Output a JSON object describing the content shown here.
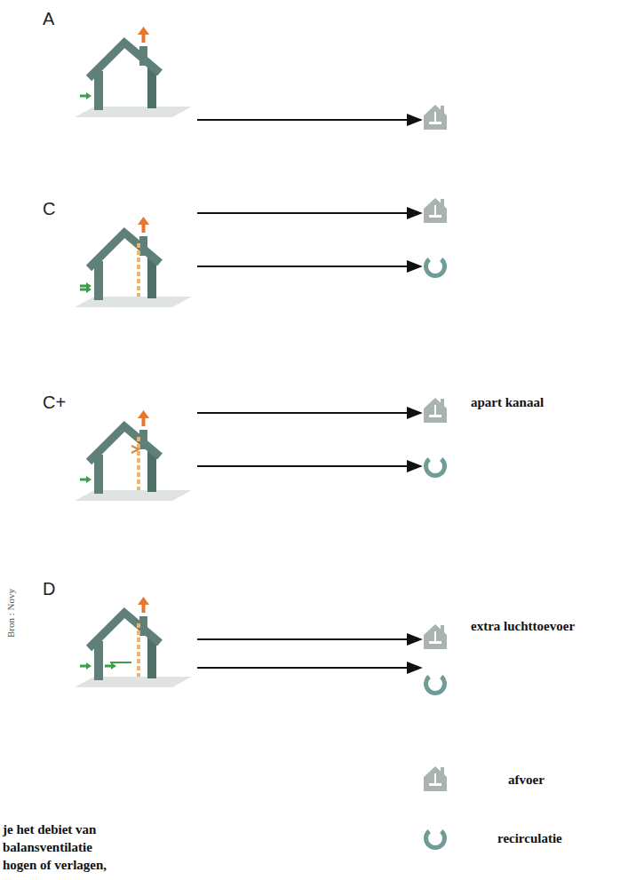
{
  "diagram": {
    "nodes": [
      {
        "text": [
          "A"
        ]
      },
      {
        "text": [
          "C"
        ]
      },
      {
        "text": [
          "C+"
        ]
      },
      {
        "text": [
          "D"
        ]
      }
    ],
    "labels": [
      "apart kanaal",
      "extra luchttoevoer",
      "Bron : Novy",
      "je het debiet van",
      "balansventilatie",
      "hogen of verlagen,"
    ],
    "legend": [
      {
        "text": "afvoer"
      },
      {
        "text": "recirculatie"
      }
    ]
  }
}
